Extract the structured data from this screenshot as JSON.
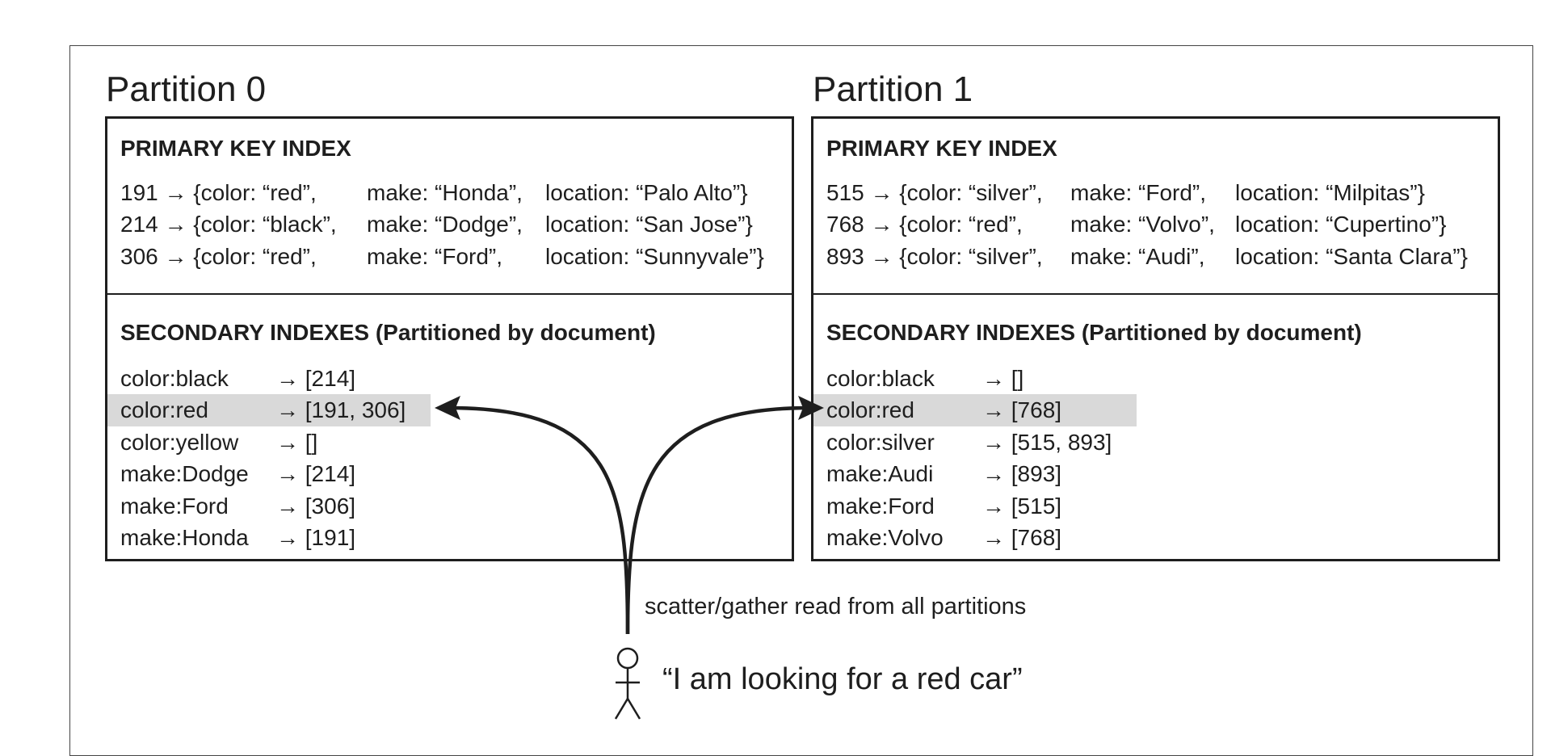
{
  "partitions": [
    {
      "title": "Partition 0",
      "primary_heading": "PRIMARY KEY INDEX",
      "primary_rows": [
        {
          "key": "191 → {color: “red”,",
          "make": "make: “Honda”,",
          "location": "location: “Palo Alto”}"
        },
        {
          "key": "214 → {color: “black”,",
          "make": "make: “Dodge”,",
          "location": "location: “San Jose”}"
        },
        {
          "key": "306 → {color: “red”,",
          "make": "make: “Ford”,",
          "location": "location: “Sunnyvale”}"
        }
      ],
      "secondary_heading": "SECONDARY INDEXES (Partitioned by document)",
      "secondary_rows": [
        {
          "term": "color:black",
          "ids": "→ [214]",
          "highlighted": false
        },
        {
          "term": "color:red",
          "ids": "→ [191, 306]",
          "highlighted": true
        },
        {
          "term": "color:yellow",
          "ids": "→ []",
          "highlighted": false
        },
        {
          "term": "make:Dodge",
          "ids": "→ [214]",
          "highlighted": false
        },
        {
          "term": "make:Ford",
          "ids": "→ [306]",
          "highlighted": false
        },
        {
          "term": "make:Honda",
          "ids": "→ [191]",
          "highlighted": false
        }
      ]
    },
    {
      "title": "Partition 1",
      "primary_heading": "PRIMARY KEY INDEX",
      "primary_rows": [
        {
          "key": "515 → {color: “silver”,",
          "make": "make: “Ford”,",
          "location": "location: “Milpitas”}"
        },
        {
          "key": "768 → {color: “red”,",
          "make": "make: “Volvo”,",
          "location": "location: “Cupertino”}"
        },
        {
          "key": "893 → {color: “silver”,",
          "make": "make: “Audi”,",
          "location": "location: “Santa Clara”}"
        }
      ],
      "secondary_heading": "SECONDARY INDEXES (Partitioned by document)",
      "secondary_rows": [
        {
          "term": "color:black",
          "ids": "→ []",
          "highlighted": false
        },
        {
          "term": "color:red",
          "ids": "→ [768]",
          "highlighted": true
        },
        {
          "term": "color:silver",
          "ids": "→ [515, 893]",
          "highlighted": false
        },
        {
          "term": "make:Audi",
          "ids": "→ [893]",
          "highlighted": false
        },
        {
          "term": "make:Ford",
          "ids": "→ [515]",
          "highlighted": false
        },
        {
          "term": "make:Volvo",
          "ids": "→ [768]",
          "highlighted": false
        }
      ]
    }
  ],
  "client": {
    "caption": "scatter/gather read from all partitions",
    "speech": "“I am looking for a red car”",
    "icon": "person-icon"
  },
  "colors": {
    "highlight": "#d9d9d9",
    "ink": "#1e1e1e"
  }
}
